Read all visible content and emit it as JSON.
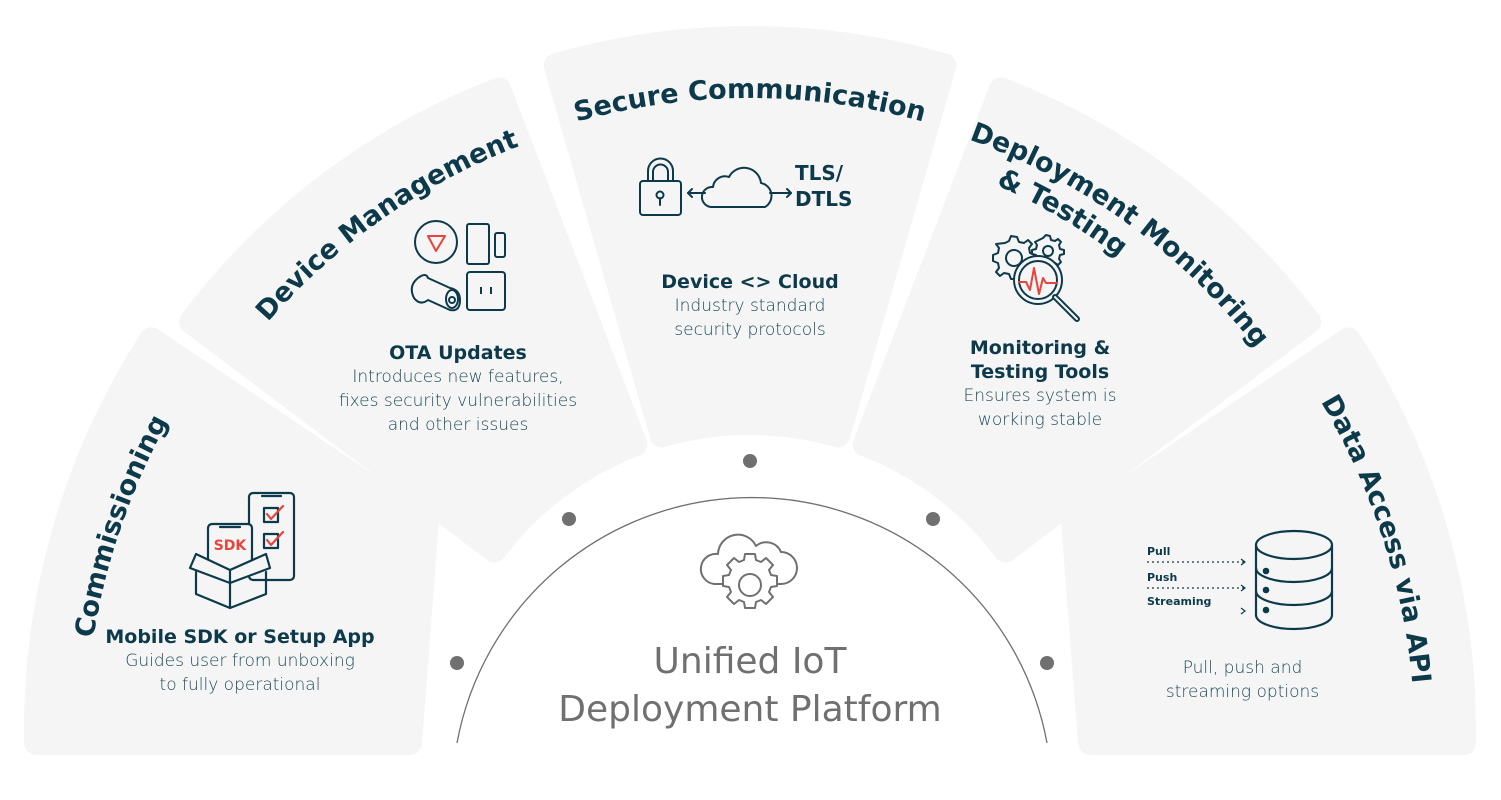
{
  "center": {
    "title_line1": "Unified IoT",
    "title_line2": "Deployment Platform",
    "icon": "cloud-gear-icon"
  },
  "segments": [
    {
      "title": "Commissioning",
      "subtitle": "Mobile SDK or Setup App",
      "description_lines": [
        "Guides user from unboxing",
        "to fully operational"
      ],
      "icon": "sdk-box-phone-icon",
      "icon_text": "SDK"
    },
    {
      "title": "Device Management",
      "subtitle": "OTA Updates",
      "description_lines": [
        "Introduces new features,",
        "fixes security vulnerabilities",
        "and other issues"
      ],
      "icon": "smart-devices-icon"
    },
    {
      "title": "Secure Communication",
      "subtitle": "Device <> Cloud",
      "description_lines": [
        "Industry standard",
        "security protocols"
      ],
      "icon": "lock-cloud-icon",
      "protocol_lines": [
        "TLS/",
        "DTLS"
      ]
    },
    {
      "title_lines": [
        "Deployment Monitoring",
        "& Testing"
      ],
      "subtitle_lines": [
        "Monitoring &",
        "Testing Tools"
      ],
      "description_lines": [
        "Ensures system is",
        "working stable"
      ],
      "icon": "gears-magnifier-icon"
    },
    {
      "title": "Data Access via API",
      "description_lines": [
        "Pull, push and",
        "streaming options"
      ],
      "icon": "database-icon",
      "flows": [
        "Pull",
        "Push",
        "Streaming"
      ]
    }
  ],
  "colors": {
    "primary": "#0d3a4a",
    "accent": "#e8433c",
    "wedge": "#f5f5f5",
    "center_gray": "#707070"
  }
}
